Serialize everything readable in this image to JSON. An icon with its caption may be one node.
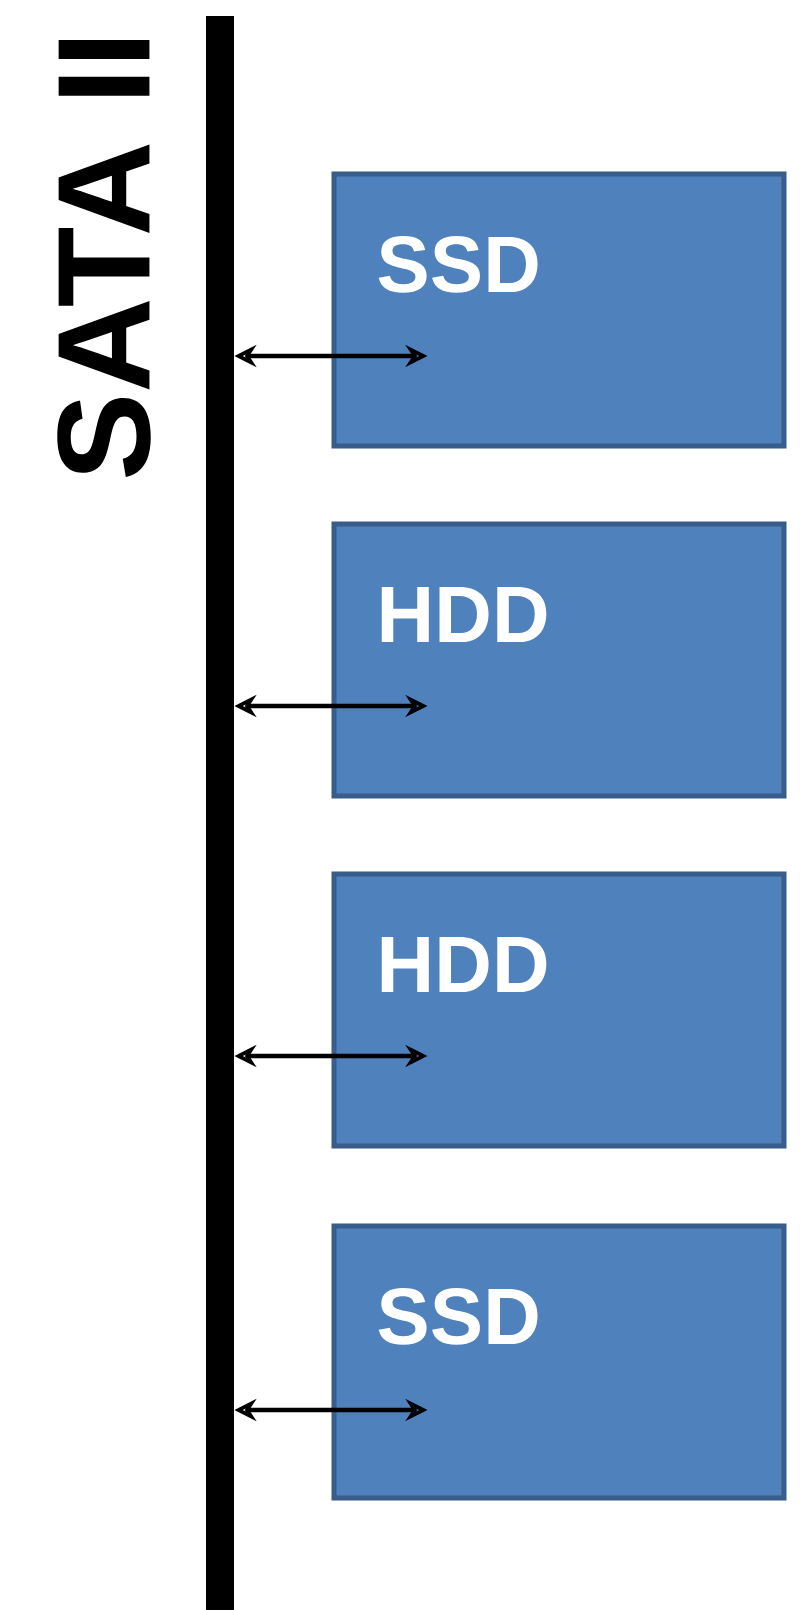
{
  "diagram": {
    "nodes": [
      {
        "text": [
          "SATA II"
        ]
      },
      {
        "text": [
          "SSD"
        ]
      },
      {
        "text": [
          "HDD"
        ]
      },
      {
        "text": [
          "HDD"
        ]
      },
      {
        "text": [
          "SSD"
        ]
      }
    ],
    "edges": [
      {
        "from": 0,
        "to": 1,
        "arrow": "both"
      },
      {
        "from": 0,
        "to": 2,
        "arrow": "both"
      },
      {
        "from": 0,
        "to": 3,
        "arrow": "both"
      },
      {
        "from": 0,
        "to": 4,
        "arrow": "both"
      }
    ]
  }
}
